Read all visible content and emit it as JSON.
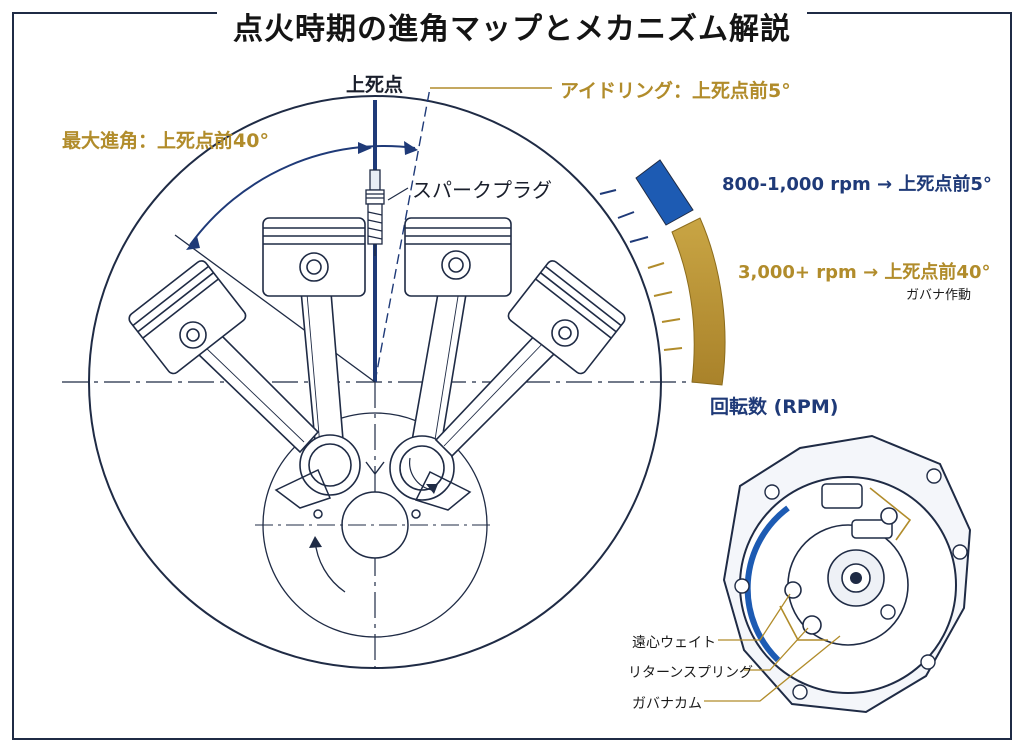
{
  "title": "点火時期の進角マップとメカニズム解説",
  "labels": {
    "tdc": "上死点",
    "idle": "アイドリング：上死点前5°",
    "max_advance": "最大進角：上死点前40°",
    "spark_plug": "スパークプラグ",
    "low_rpm": "800-1,000 rpm → 上死点前5°",
    "high_rpm": "3,000+ rpm → 上死点前40°",
    "governor_action": "ガバナ作動",
    "rpm_axis": "回転数 (RPM)",
    "centrifugal_weight": "遠心ウェイト",
    "return_spring": "リターンスプリング",
    "governor_cam": "ガバナカム"
  },
  "colors": {
    "navy": "#1f3a78",
    "gold": "#b18c2b",
    "line": "#1f2b45",
    "blue_fill": "#1d5bb3"
  },
  "icons": [
    "spark-plug-icon",
    "piston-icon",
    "crankshaft-icon",
    "governor-assembly-icon"
  ]
}
